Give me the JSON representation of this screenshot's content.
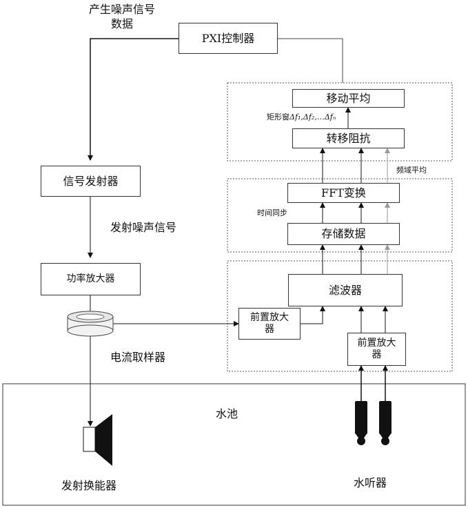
{
  "top_note": [
    "产生噪声信号",
    "数据"
  ],
  "boxes": {
    "pxi": "PXI控制器",
    "moving_avg": "移动平均",
    "transfer_impedance": "转移阻抗",
    "fft": "FFT变换",
    "storage": "存储数据",
    "filter": "滤波器",
    "preamp_left": [
      "前置放大",
      "器"
    ],
    "preamp_right": [
      "前置放大",
      "器"
    ],
    "signal_gen": "信号发射器",
    "power_amp": "功率放大器"
  },
  "labels": {
    "rect_window_prefix": "矩形窗",
    "rect_window_math": "Δf₁,Δf₂,…Δfₙ",
    "freq_avg": "频域平均",
    "time_sync": "时间同步",
    "emit_noise": "发射噪声信号",
    "current_sampler": "电流取样器",
    "pool": "水池",
    "transducer": "发射换能器",
    "hydrophone": "水听器"
  }
}
